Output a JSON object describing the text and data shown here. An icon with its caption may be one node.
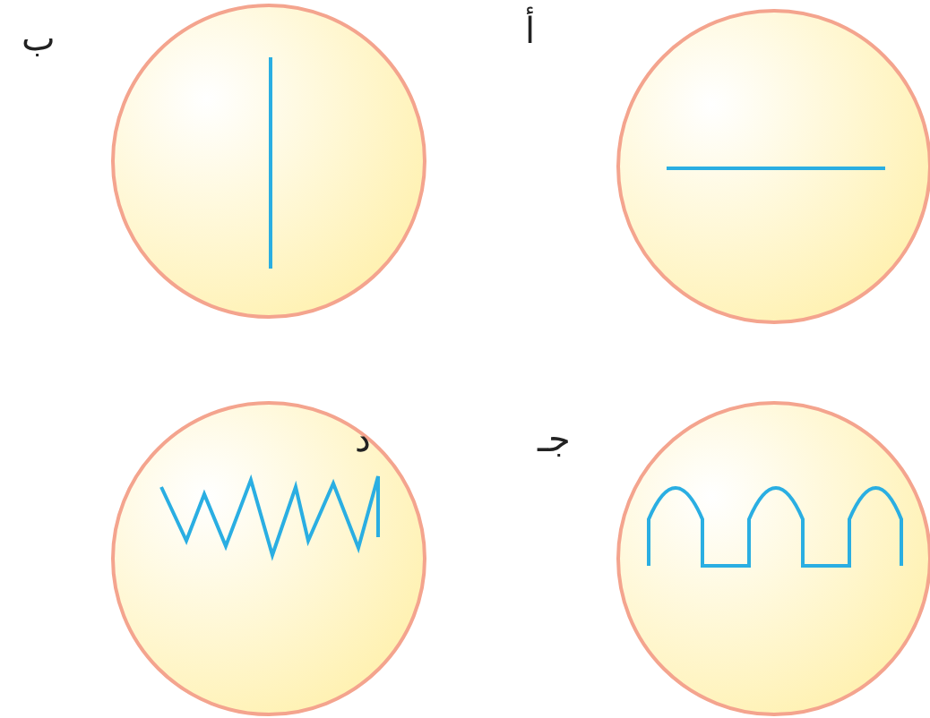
{
  "diagram": {
    "labels": [
      "ب",
      "أ",
      "د",
      "جـ"
    ]
  }
}
